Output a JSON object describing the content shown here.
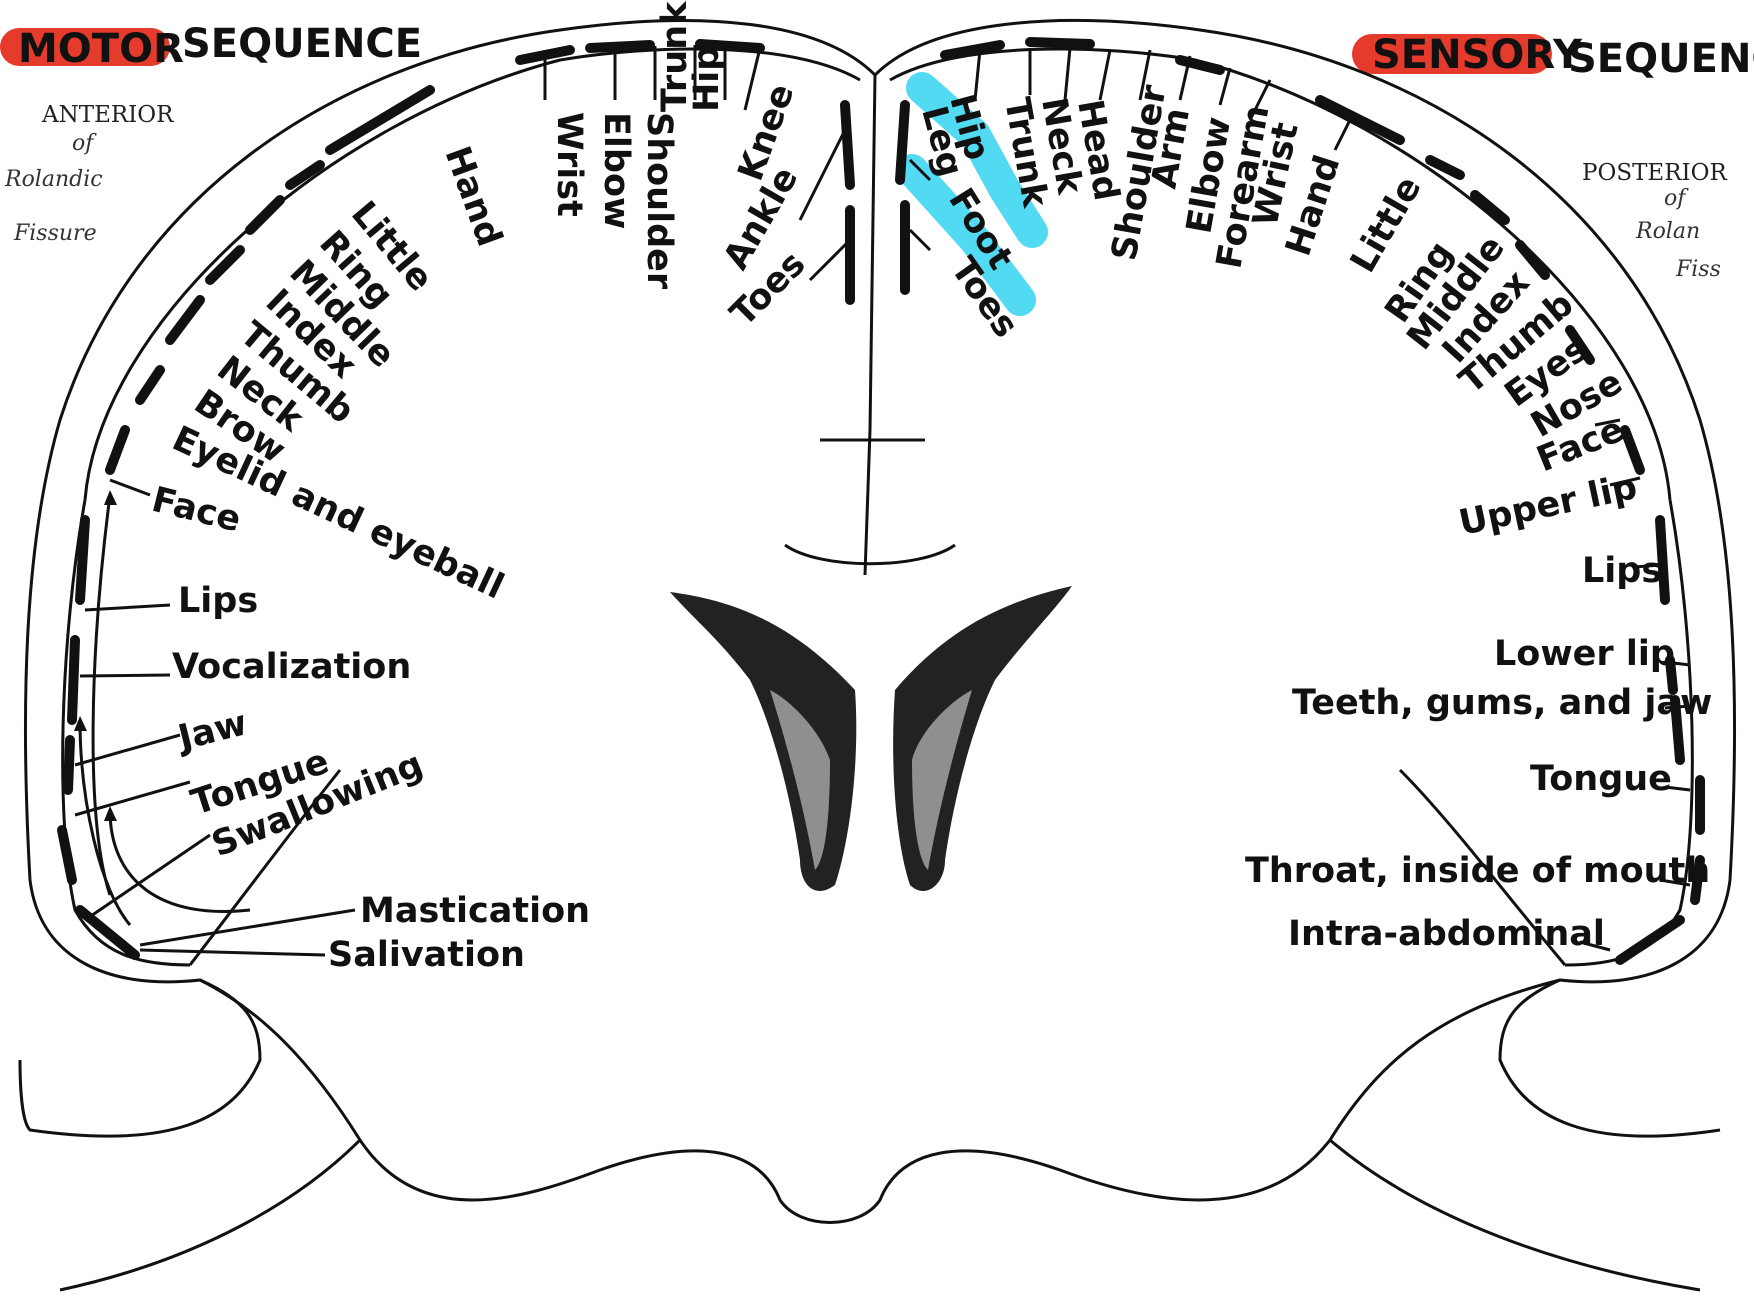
{
  "header": {
    "motor_word": "MOTOR",
    "motor_rest": "SEQUENCE",
    "sensory_word": "SENSORY",
    "sensory_rest": "SEQUENC"
  },
  "notes": {
    "anterior": "ANTERIOR",
    "anterior_hand_1": "of",
    "anterior_hand_2": "Rolandic",
    "anterior_hand_3": "Fissure",
    "posterior": "POSTERIOR",
    "posterior_hand_1": "of",
    "posterior_hand_2": "Rolan",
    "posterior_hand_3": "Fiss"
  },
  "motor_labels": [
    "Hand",
    "Wrist",
    "Elbow",
    "Shoulder",
    "Trunk",
    "Hip",
    "Knee",
    "Ankle",
    "Toes",
    "Little",
    "Ring",
    "Middle",
    "Index",
    "Thumb",
    "Neck",
    "Brow",
    "Eyelid and eyeball",
    "Face",
    "Lips",
    "Vocalization",
    "Jaw",
    "Tongue",
    "Swallowing",
    "Mastication",
    "Salivation"
  ],
  "sensory_labels": [
    "Hip",
    "Leg",
    "Trunk",
    "Neck",
    "Head",
    "Shoulder",
    "Arm",
    "Elbow",
    "Forearm",
    "Wrist",
    "Hand",
    "Foot",
    "Toes",
    "Little",
    "Ring",
    "Middle",
    "Index",
    "Thumb",
    "Eyes",
    "Nose",
    "Face",
    "Upper lip",
    "Lips",
    "Lower lip",
    "Teeth, gums, and jaw",
    "Tongue",
    "Throat, inside of mouth",
    "Intra-abdominal"
  ],
  "colors": {
    "header_highlight": "#e53b2c",
    "marker_highlight": "#3fd6f2",
    "ink": "#111111"
  }
}
